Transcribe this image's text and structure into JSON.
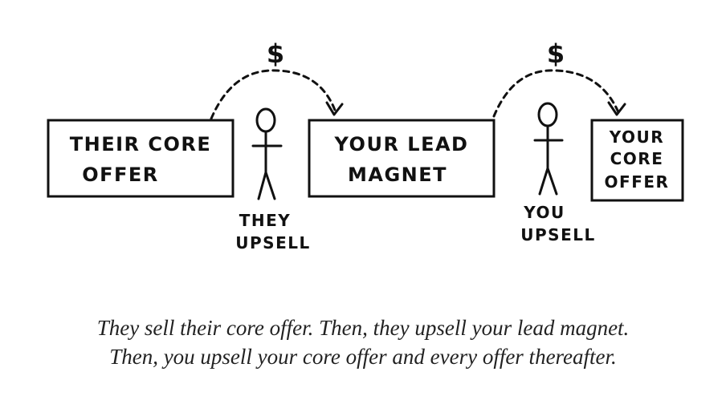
{
  "boxes": {
    "their_core_offer": [
      "THEIR CORE",
      "OFFER"
    ],
    "your_lead_magnet": [
      "YOUR LEAD",
      "MAGNET"
    ],
    "your_core_offer": [
      "YOUR",
      "CORE",
      "OFFER"
    ]
  },
  "arrows": {
    "first_symbol": "$",
    "second_symbol": "$"
  },
  "figures": {
    "they_upsell": [
      "THEY",
      "UPSELL"
    ],
    "you_upsell": [
      "YOU",
      "UPSELL"
    ]
  },
  "caption": {
    "line1": "They sell their core offer. Then, they upsell your lead magnet.",
    "line2": "Then, you upsell your core offer and every offer thereafter."
  }
}
